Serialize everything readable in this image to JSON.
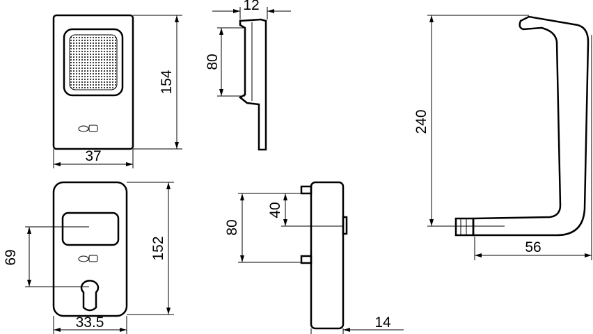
{
  "dimensions": {
    "front_plate_top_height": "154",
    "front_plate_top_width": "37",
    "side_top_depth": "12",
    "side_top_grip_height": "80",
    "handle_height": "240",
    "handle_depth": "56",
    "front_plate_bottom_height": "152",
    "front_plate_bottom_width": "33.5",
    "front_plate_bottom_spacing": "69",
    "side_bottom_pin_spacing": "80",
    "side_bottom_half_spacing": "40",
    "side_bottom_depth": "14"
  },
  "logo": "e-U"
}
